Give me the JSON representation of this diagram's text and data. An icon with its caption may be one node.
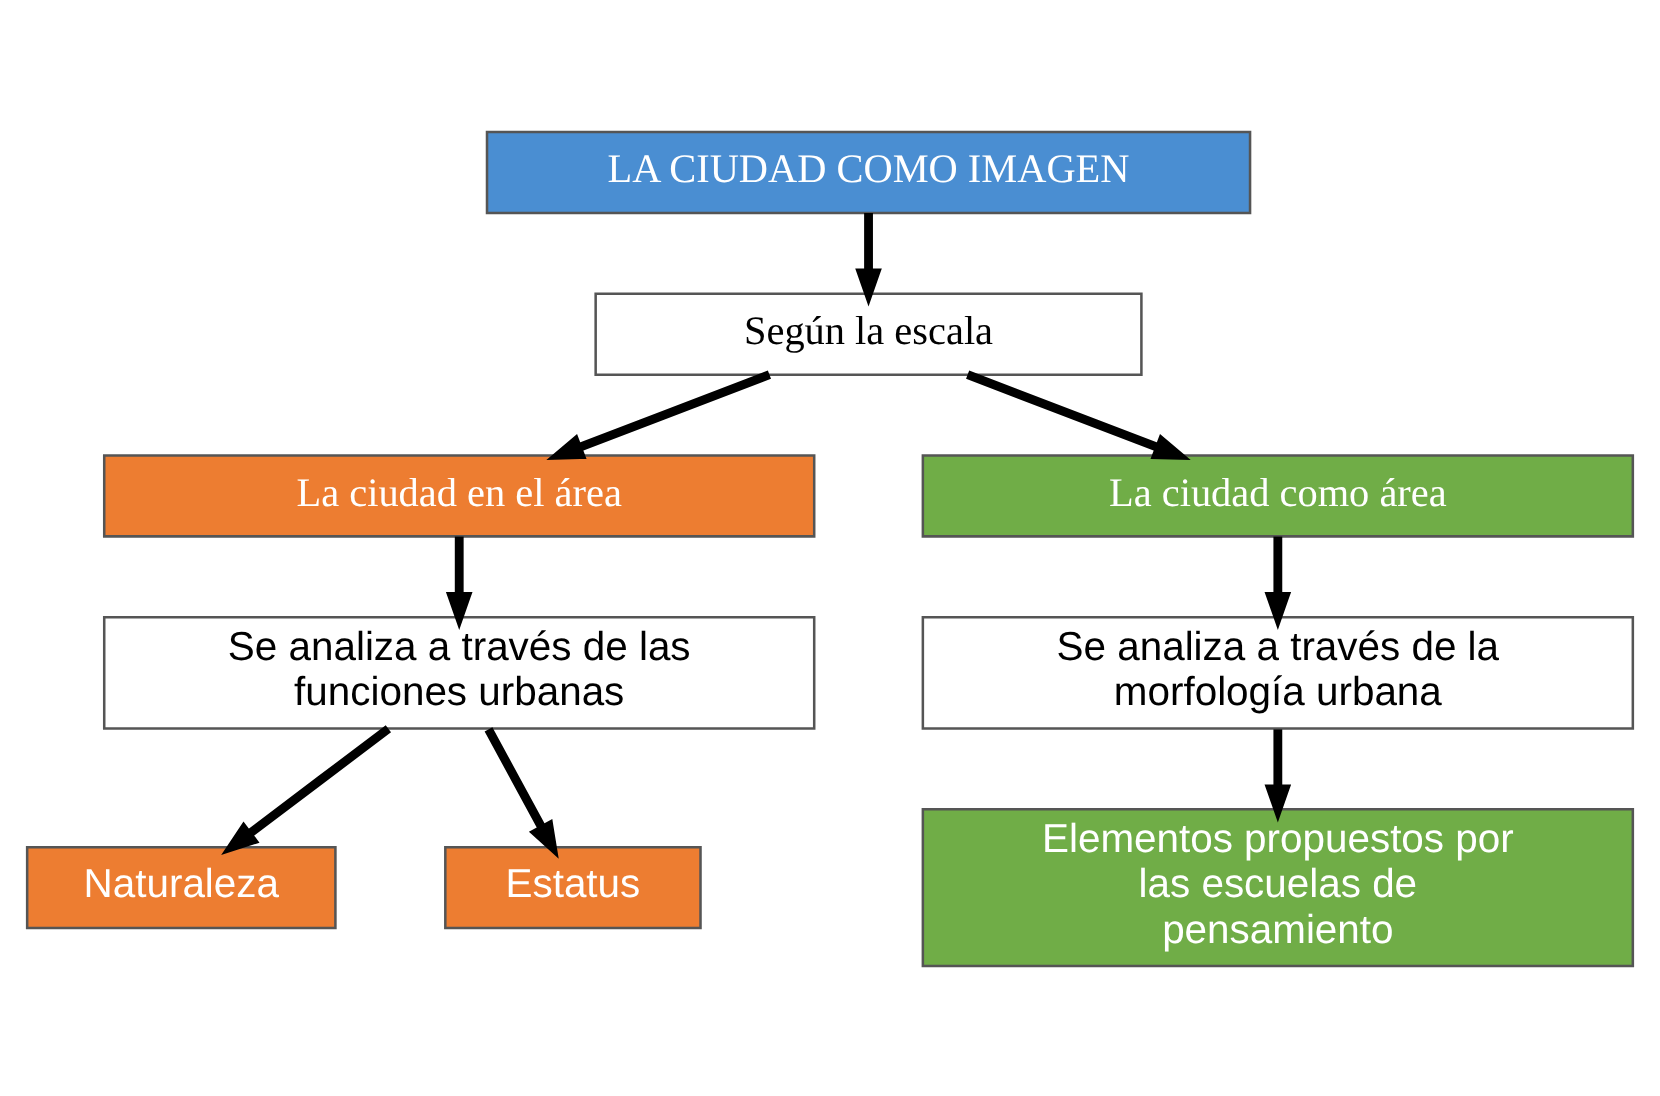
{
  "diagram": {
    "nodes": [
      {
        "text": [
          "LA CIUDAD COMO IMAGEN"
        ]
      },
      {
        "text": [
          "Según la escala"
        ]
      },
      {
        "text": [
          "La ciudad en el área"
        ]
      },
      {
        "text": [
          "La ciudad como área"
        ]
      },
      {
        "text": [
          "Se analiza a través de las funciones urbanas"
        ]
      },
      {
        "text": [
          "Se analiza a través de la morfología urbana"
        ]
      },
      {
        "text": [
          "Naturaleza"
        ]
      },
      {
        "text": [
          "Estatus"
        ]
      },
      {
        "text": [
          "Elementos propuestos por las escuelas de pensamiento"
        ]
      }
    ],
    "edges": [
      {
        "from": 0,
        "to": 1,
        "arrow": "to"
      },
      {
        "from": 1,
        "to": 2,
        "arrow": "to"
      },
      {
        "from": 1,
        "to": 3,
        "arrow": "to"
      },
      {
        "from": 2,
        "to": 4,
        "arrow": "to"
      },
      {
        "from": 3,
        "to": 5,
        "arrow": "to"
      },
      {
        "from": 4,
        "to": 6,
        "arrow": "to"
      },
      {
        "from": 4,
        "to": 7,
        "arrow": "to"
      },
      {
        "from": 5,
        "to": 8,
        "arrow": "to"
      }
    ]
  }
}
